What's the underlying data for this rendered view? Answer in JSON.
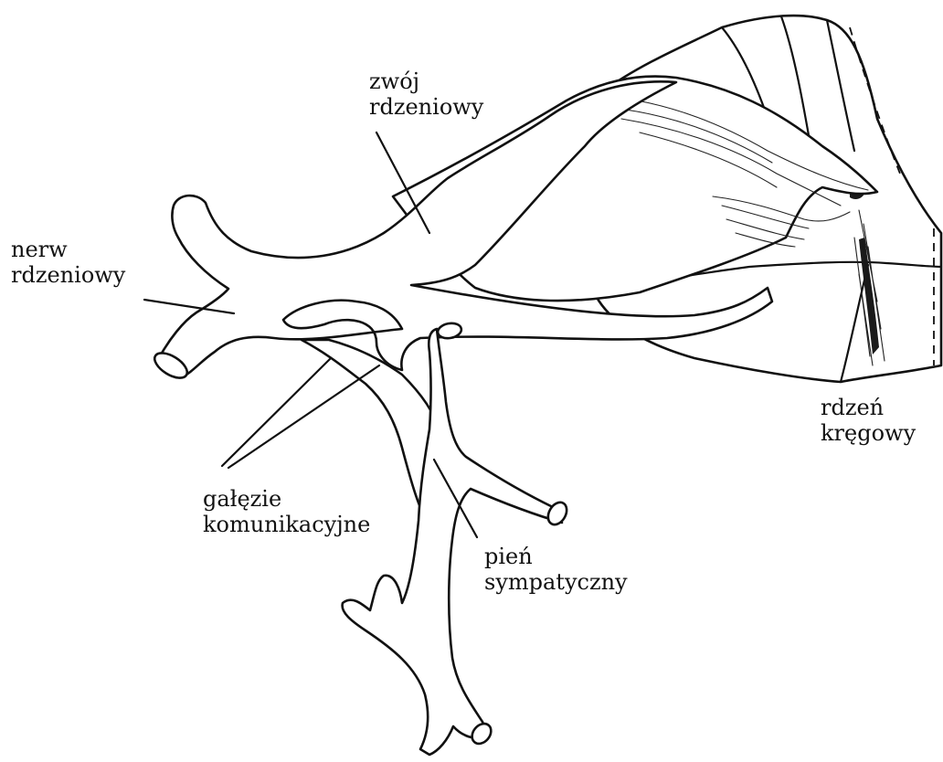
{
  "labels": {
    "spinal_ganglion": [
      "zwój",
      "rdzeniowy"
    ],
    "spinal_nerve": [
      "nerw",
      "rdzeniowy"
    ],
    "spinal_cord": [
      "rdzeń",
      "kręgowy"
    ],
    "communicating_branches": [
      "gałęzie",
      "komunikacyjne"
    ],
    "sympathetic_trunk": [
      "pień",
      "sympatyczny"
    ]
  },
  "colors": {
    "ink": "#111111",
    "background": "#ffffff"
  }
}
